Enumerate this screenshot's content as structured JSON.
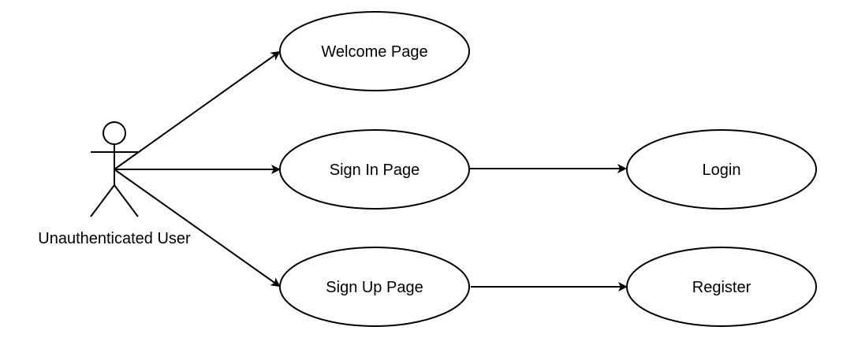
{
  "actor": {
    "label": "Unauthenticated User"
  },
  "use_cases": {
    "welcome": "Welcome Page",
    "sign_in": "Sign In Page",
    "sign_up": "Sign Up Page",
    "login": "Login",
    "register": "Register"
  },
  "relationships": [
    {
      "from": "Unauthenticated User",
      "to": "Welcome Page",
      "type": "association"
    },
    {
      "from": "Unauthenticated User",
      "to": "Sign In Page",
      "type": "association"
    },
    {
      "from": "Unauthenticated User",
      "to": "Sign Up Page",
      "type": "association"
    },
    {
      "from": "Sign In Page",
      "to": "Login",
      "type": "association"
    },
    {
      "from": "Sign Up Page",
      "to": "Register",
      "type": "association"
    }
  ],
  "colors": {
    "stroke": "#000000",
    "fill": "#ffffff"
  }
}
